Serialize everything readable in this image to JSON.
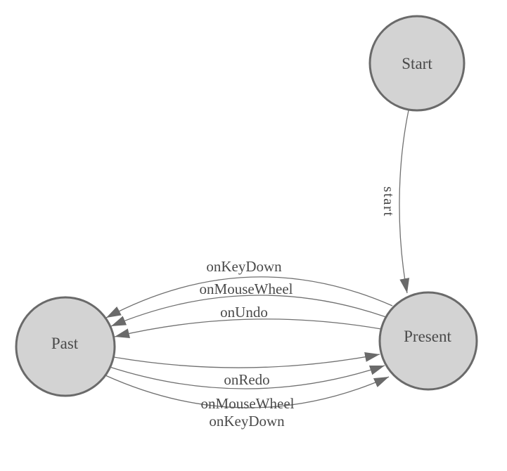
{
  "colors": {
    "background": "#ffffff",
    "node-fill": "#d3d3d3",
    "node-stroke": "#6a6a6a",
    "edge-stroke": "#707070",
    "arrow-fill": "#6a6a6a",
    "text-color": "#4a4a4a"
  },
  "diagram_type": "state-machine",
  "nodes": [
    {
      "id": "start",
      "label": "Start"
    },
    {
      "id": "present",
      "label": "Present"
    },
    {
      "id": "past",
      "label": "Past"
    }
  ],
  "edges": [
    {
      "from": "Start",
      "to": "Present",
      "label": "start"
    },
    {
      "from": "Present",
      "to": "Past",
      "label": "onKeyDown"
    },
    {
      "from": "Present",
      "to": "Past",
      "label": "onMouseWheel"
    },
    {
      "from": "Present",
      "to": "Past",
      "label": "onUndo"
    },
    {
      "from": "Past",
      "to": "Present",
      "label": "onRedo"
    },
    {
      "from": "Past",
      "to": "Present",
      "label": "onMouseWheel"
    },
    {
      "from": "Past",
      "to": "Present",
      "label": "onKeyDown"
    }
  ]
}
